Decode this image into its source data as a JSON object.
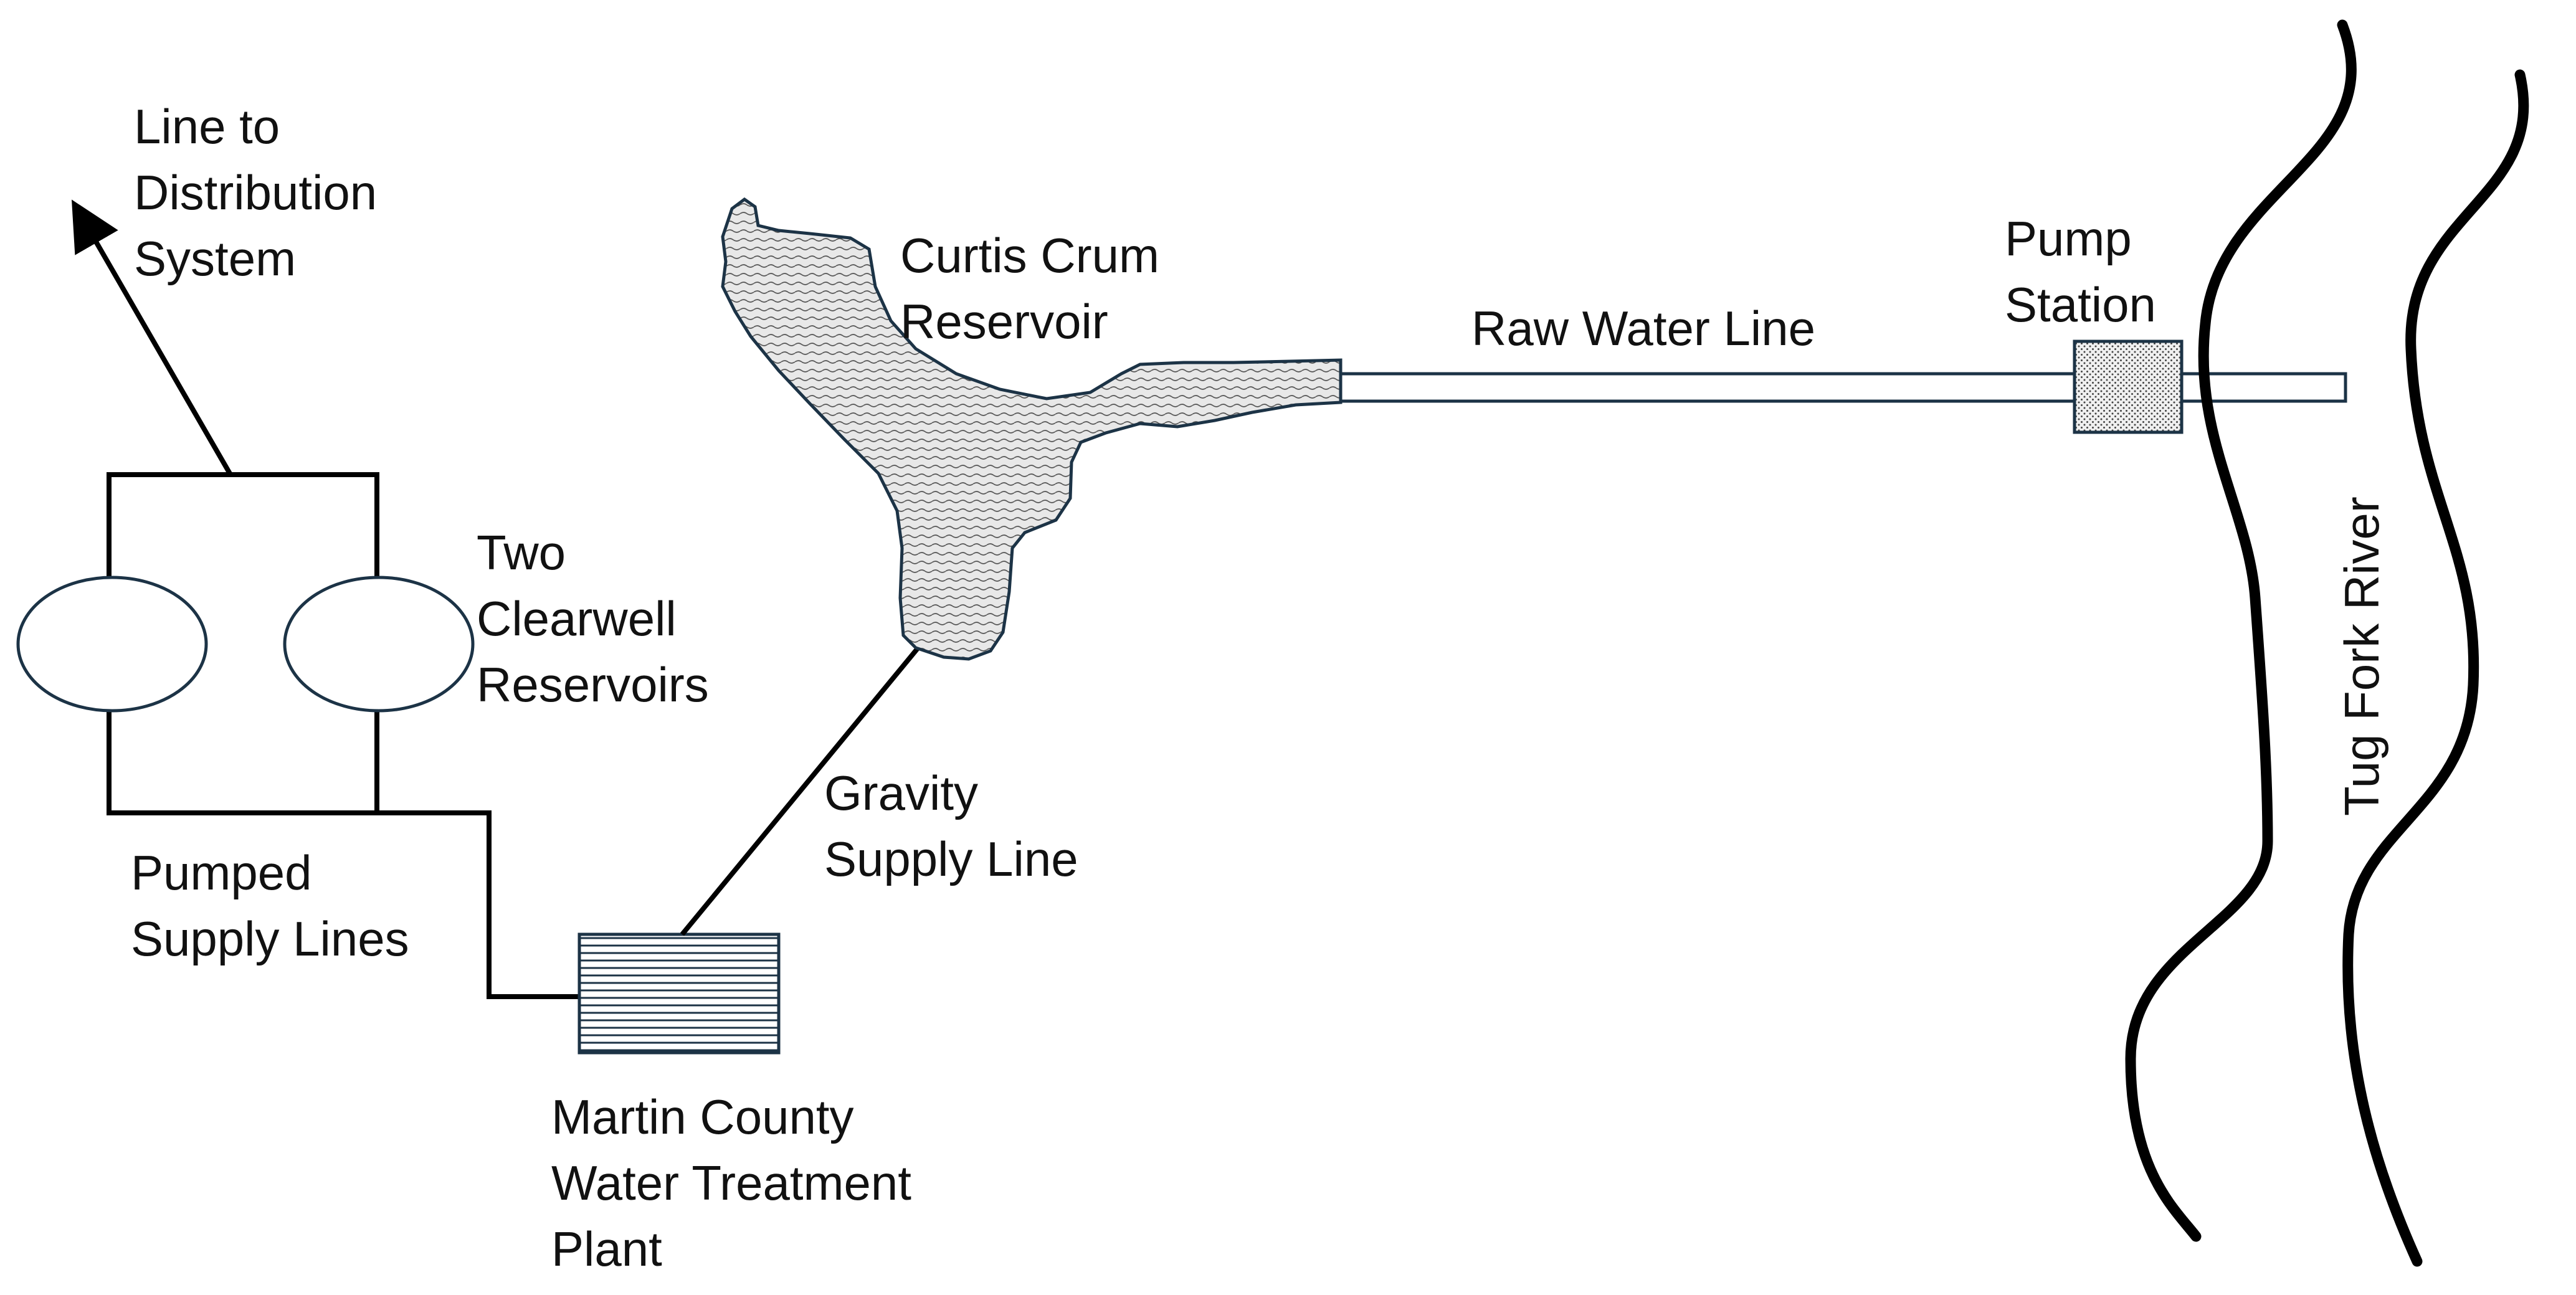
{
  "labels": {
    "distribution": [
      "Line to",
      "Distribution",
      "System"
    ],
    "clearwell": [
      "Two",
      "Clearwell",
      "Reservoirs"
    ],
    "pumped_lines": [
      "Pumped",
      "Supply Lines"
    ],
    "treatment_plant": [
      "Martin County",
      "Water Treatment",
      "Plant"
    ],
    "gravity_line": [
      "Gravity",
      "Supply Line"
    ],
    "reservoir": [
      "Curtis Crum",
      "Reservoir"
    ],
    "raw_water_line": "Raw Water Line",
    "pump_station": [
      "Pump",
      "Station"
    ],
    "river": "Tug Fork River"
  },
  "colors": {
    "line": "#000000",
    "outline": "#1c3346",
    "reservoir_fill": "#e6e6e6",
    "text": "#111111"
  }
}
